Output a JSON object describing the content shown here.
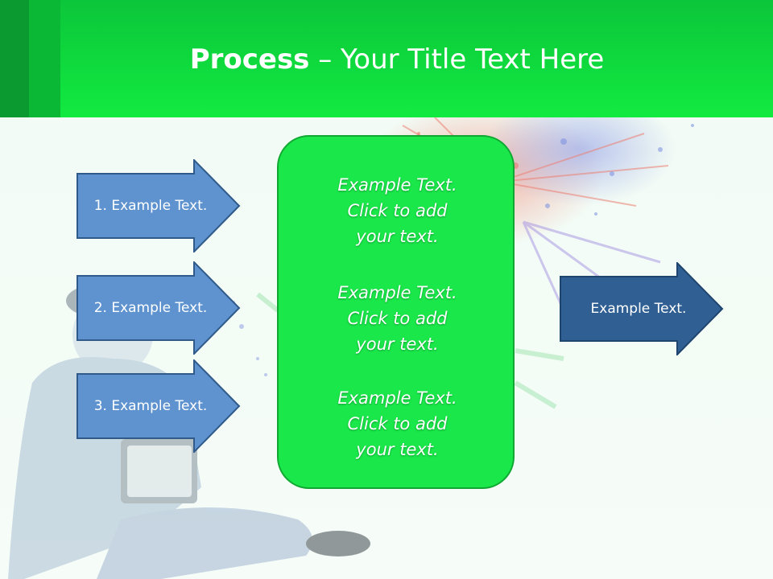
{
  "header": {
    "title_bold": "Process",
    "title_rest": " – Your Title Text Here"
  },
  "steps": [
    {
      "label": "1. Example Text."
    },
    {
      "label": "2. Example Text."
    },
    {
      "label": "3. Example Text."
    }
  ],
  "center": {
    "paragraphs": [
      {
        "line1": "Example Text.",
        "line2": "Click  to add",
        "line3": "your text."
      },
      {
        "line1": "Example Text.",
        "line2": "Click  to add",
        "line3": "your text."
      },
      {
        "line1": "Example Text.",
        "line2": "Click  to add",
        "line3": "your text."
      }
    ]
  },
  "result": {
    "label": "Example Text."
  },
  "colors": {
    "header_green": "#12ea40",
    "box_green": "#1ae84a",
    "arrow_blue": "#5e93d0",
    "arrow_dark_blue": "#2f5f93"
  }
}
